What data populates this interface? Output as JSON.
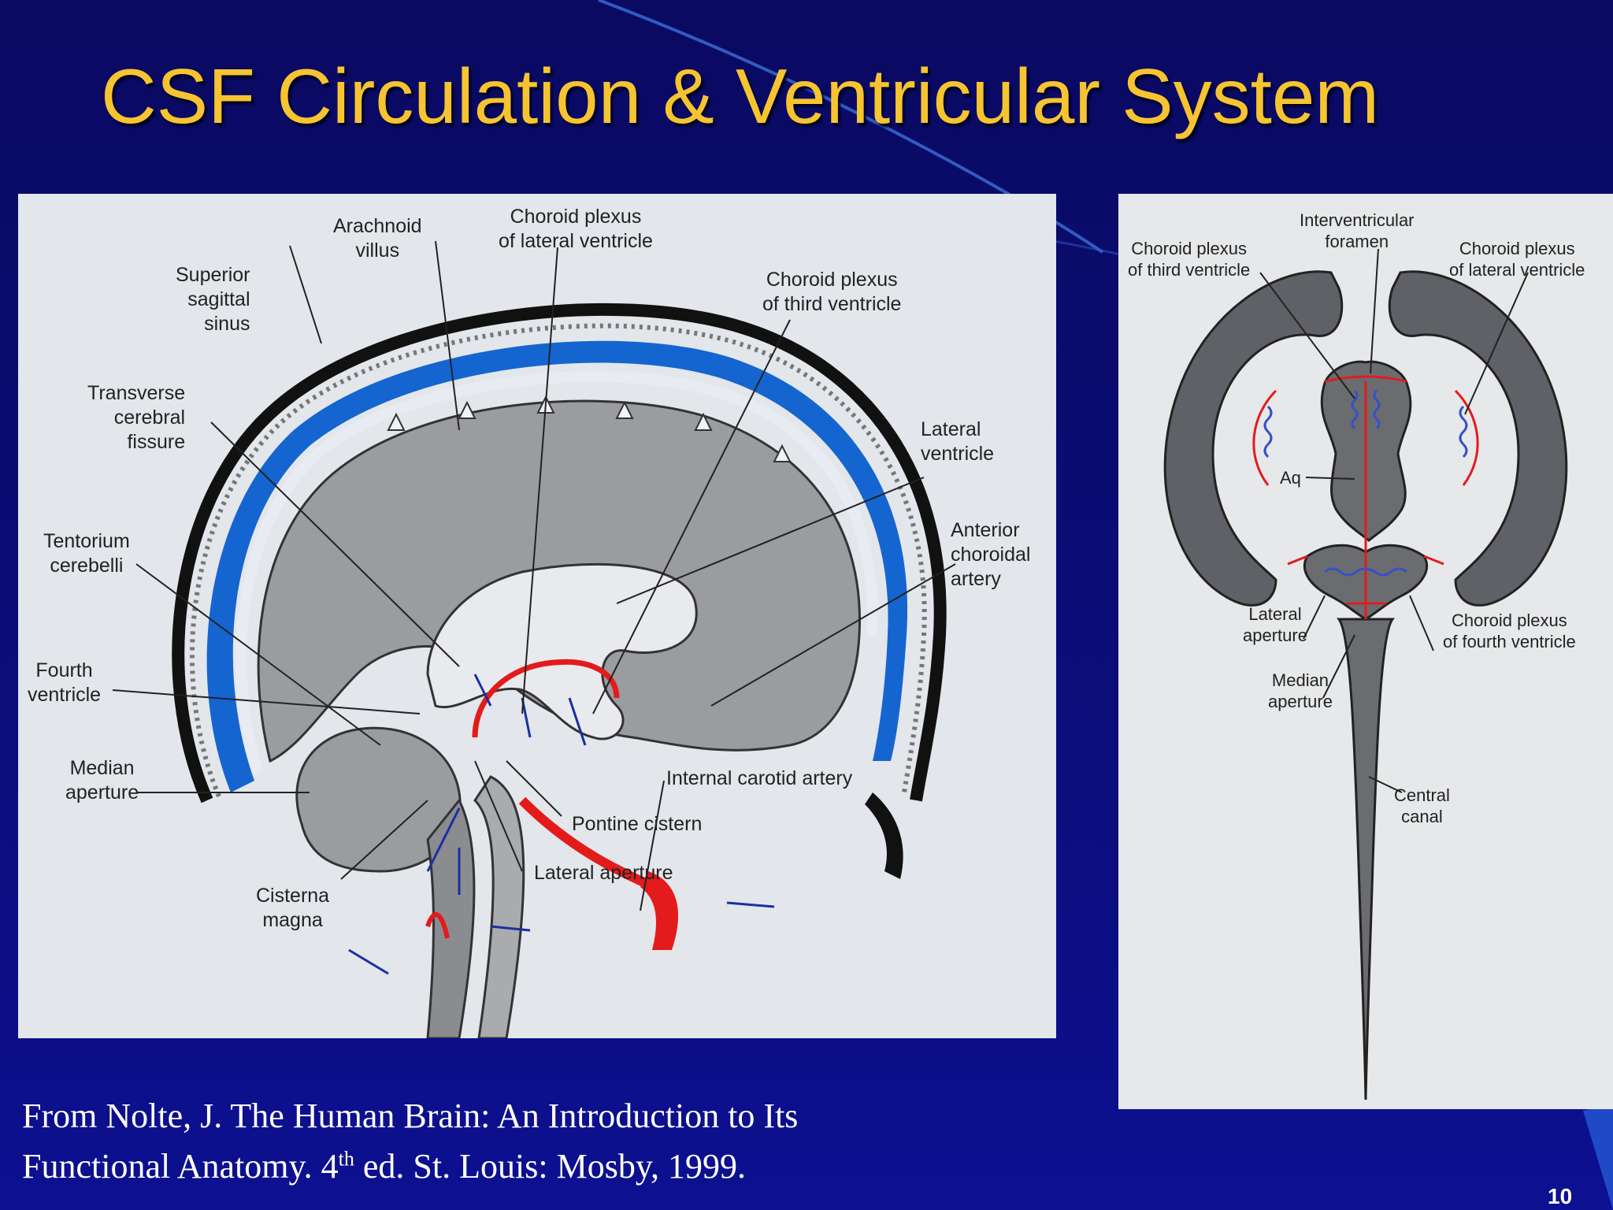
{
  "slide": {
    "title": "CSF Circulation & Ventricular System",
    "page_number": "10",
    "colors": {
      "background": "#0b0c74",
      "title": "#f6c431",
      "text": "#ffffff",
      "csf_blue": "#1565d0",
      "artery_red": "#e41b1b"
    }
  },
  "citation": {
    "line1": "From Nolte, J. The Human Brain: An Introduction to Its",
    "line2_prefix": "Functional Anatomy. 4",
    "line2_sup": "th",
    "line2_suffix": " ed. St. Louis: Mosby, 1999."
  },
  "left_figure": {
    "labels": {
      "arachnoid_villus": [
        "Arachnoid",
        "villus"
      ],
      "choroid_plexus_lateral": [
        "Choroid plexus",
        "of lateral ventricle"
      ],
      "superior_sagittal_sinus": [
        "Superior",
        "sagittal",
        "sinus"
      ],
      "choroid_plexus_third": [
        "Choroid plexus",
        "of third ventricle"
      ],
      "transverse_cerebral_fissure": [
        "Transverse",
        "cerebral",
        "fissure"
      ],
      "lateral_ventricle": [
        "Lateral",
        "ventricle"
      ],
      "tentorium_cerebelli": [
        "Tentorium",
        "cerebelli"
      ],
      "anterior_choroidal_artery": [
        "Anterior",
        "choroidal",
        "artery"
      ],
      "fourth_ventricle": [
        "Fourth",
        "ventricle"
      ],
      "median_aperture": [
        "Median",
        "aperture"
      ],
      "internal_carotid_artery": "Internal carotid artery",
      "pontine_cistern": "Pontine cistern",
      "lateral_aperture": "Lateral aperture",
      "cisterna_magna": [
        "Cisterna",
        "magna"
      ]
    }
  },
  "right_figure": {
    "labels": {
      "interventricular_foramen": [
        "Interventricular",
        "foramen"
      ],
      "choroid_plexus_third": [
        "Choroid plexus",
        "of third ventricle"
      ],
      "choroid_plexus_lateral": [
        "Choroid plexus",
        "of lateral ventricle"
      ],
      "aq": "Aq",
      "lateral_aperture": [
        "Lateral",
        "aperture"
      ],
      "choroid_plexus_fourth": [
        "Choroid plexus",
        "of fourth ventricle"
      ],
      "median_aperture": [
        "Median",
        "aperture"
      ],
      "central_canal": [
        "Central",
        "canal"
      ]
    }
  }
}
